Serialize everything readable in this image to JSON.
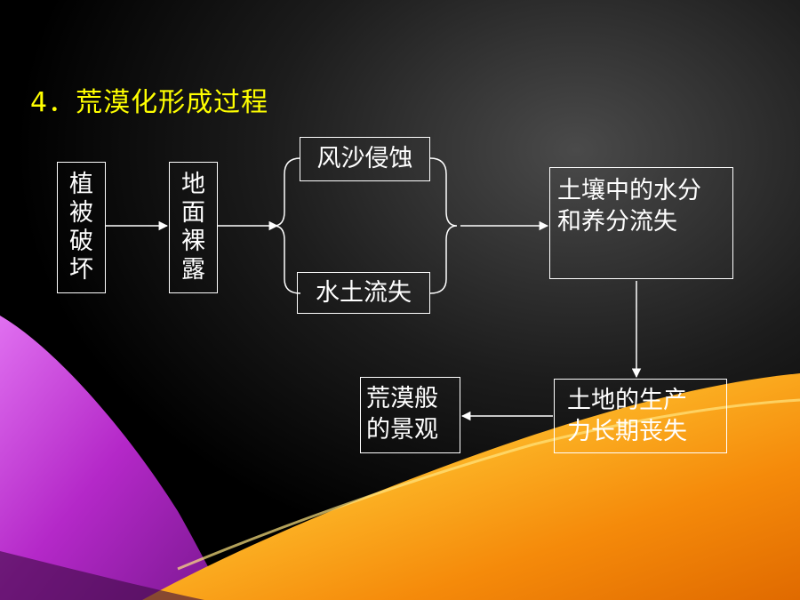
{
  "slide": {
    "title": "4．荒漠化形成过程"
  },
  "diagram": {
    "nodes": {
      "vegetation_damage": {
        "chars": [
          "植",
          "被",
          "破",
          "坏"
        ]
      },
      "bare_ground": {
        "chars": [
          "地",
          "面",
          "裸",
          "露"
        ]
      },
      "wind_erosion": {
        "label": "风沙侵蚀"
      },
      "soil_water_loss": {
        "label": "水土流失"
      },
      "nutrient_loss": {
        "line1": "土壤中的水分",
        "line2": "和养分流失"
      },
      "productivity_loss": {
        "line1": "土地的生产",
        "line2": "力长期丧失"
      },
      "desert_landscape": {
        "line1": "荒漠般",
        "line2": "的景观"
      }
    }
  },
  "colors": {
    "background": "#000000",
    "title": "#ffff00",
    "text": "#ffffff",
    "accent_purple": "#c033d0",
    "accent_orange": "#f59a10"
  }
}
